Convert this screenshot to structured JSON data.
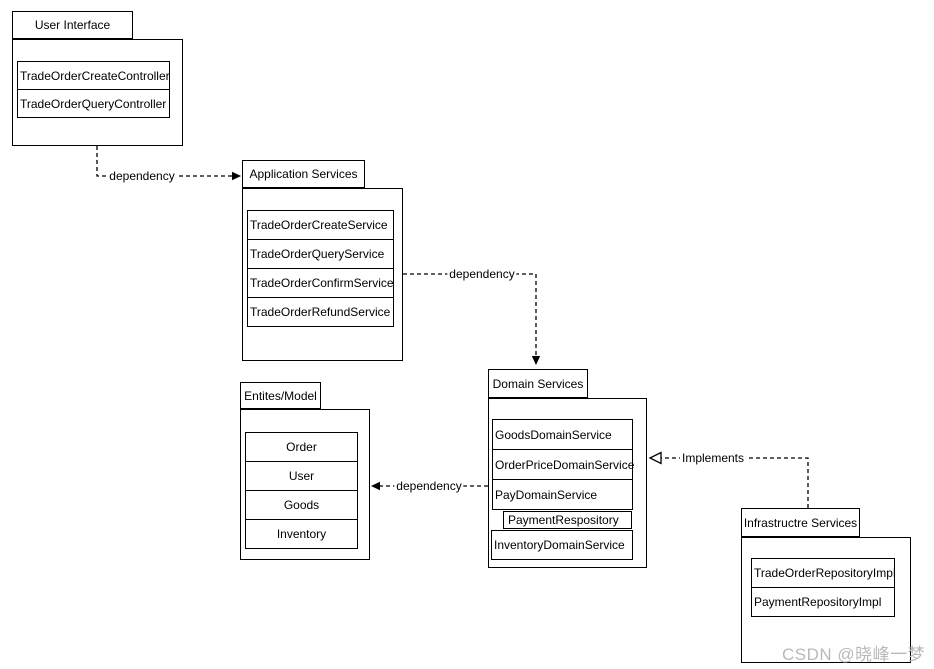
{
  "diagram": {
    "type": "uml-package-diagram",
    "description": "Layered architecture diagram of a trade order system"
  },
  "packages": [
    {
      "name": "User Interface",
      "items": [
        "TradeOrderCreateController",
        "TradeOrderQueryController"
      ]
    },
    {
      "name": "Application Services",
      "items": [
        "TradeOrderCreateService",
        "TradeOrderQueryService",
        "TradeOrderConfirmService",
        "TradeOrderRefundService"
      ]
    },
    {
      "name": "Entites/Model",
      "items": [
        "Order",
        "User",
        "Goods",
        "Inventory"
      ]
    },
    {
      "name": "Domain Services",
      "items": [
        "GoodsDomainService",
        "OrderPriceDomainService",
        "PayDomainService",
        "PaymentRespository",
        "InventoryDomainService"
      ]
    },
    {
      "name": "Infrastructre Services",
      "items": [
        "TradeOrderRepositoryImpl",
        "PaymentRepositoryImpl"
      ]
    }
  ],
  "connectors": [
    {
      "label": "dependency",
      "from": "User Interface",
      "to": "Application Services",
      "style": "dashed-arrow"
    },
    {
      "label": "dependency",
      "from": "Application Services",
      "to": "Domain Services",
      "style": "dashed-arrow"
    },
    {
      "label": "dependency",
      "from": "Domain Services",
      "to": "Entites/Model",
      "style": "dashed-arrow"
    },
    {
      "label": "Implements",
      "from": "Infrastructre Services",
      "to": "Domain Services",
      "style": "dashed-open-triangle"
    }
  ],
  "watermark": "CSDN @晓峰一梦",
  "colors": {
    "stroke": "#000000",
    "shape_fill": "#ffffff",
    "watermark": "#b9b9b9"
  }
}
